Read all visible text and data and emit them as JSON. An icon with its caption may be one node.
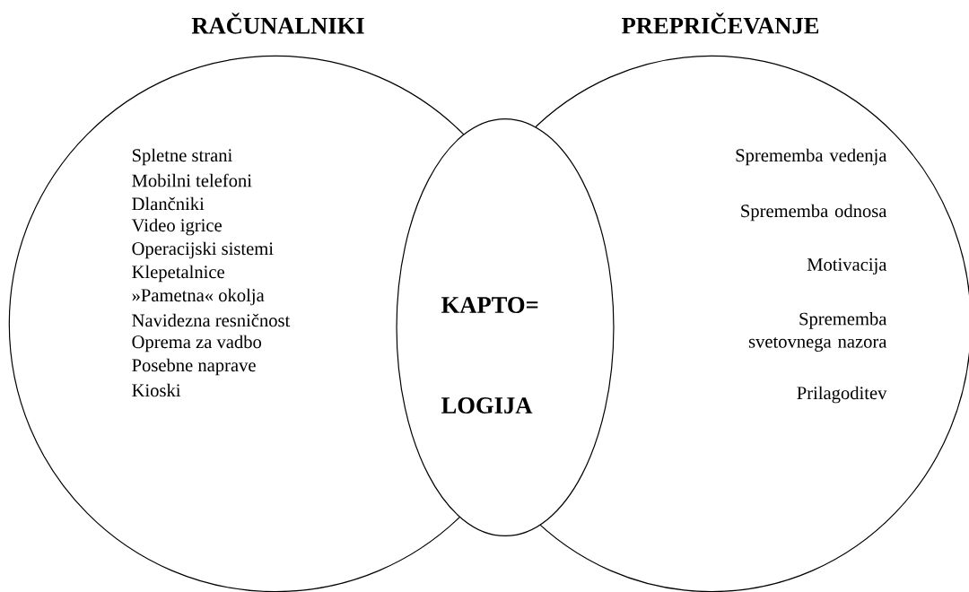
{
  "diagram": {
    "nodes": [
      {
        "text": [
          "RAČUNALNIKI",
          "Spletne strani",
          "Mobilni telefoni",
          "Dlančniki",
          "Video igrice",
          "Operacijski sistemi",
          "Klepetalnice",
          "»Pametna« okolja",
          "Navidezna resničnost",
          "Oprema za vadbo",
          "Posebne naprave",
          "Kioski"
        ]
      },
      {
        "text": [
          "PREPRIČEVANJE",
          "Sprememba vedenja",
          "Sprememba odnosa",
          "Motivacija",
          "Sprememba svetovnega nazora",
          "Prilagoditev"
        ]
      },
      {
        "text": [
          "KAPTO=",
          "LOGIJA"
        ]
      }
    ]
  }
}
